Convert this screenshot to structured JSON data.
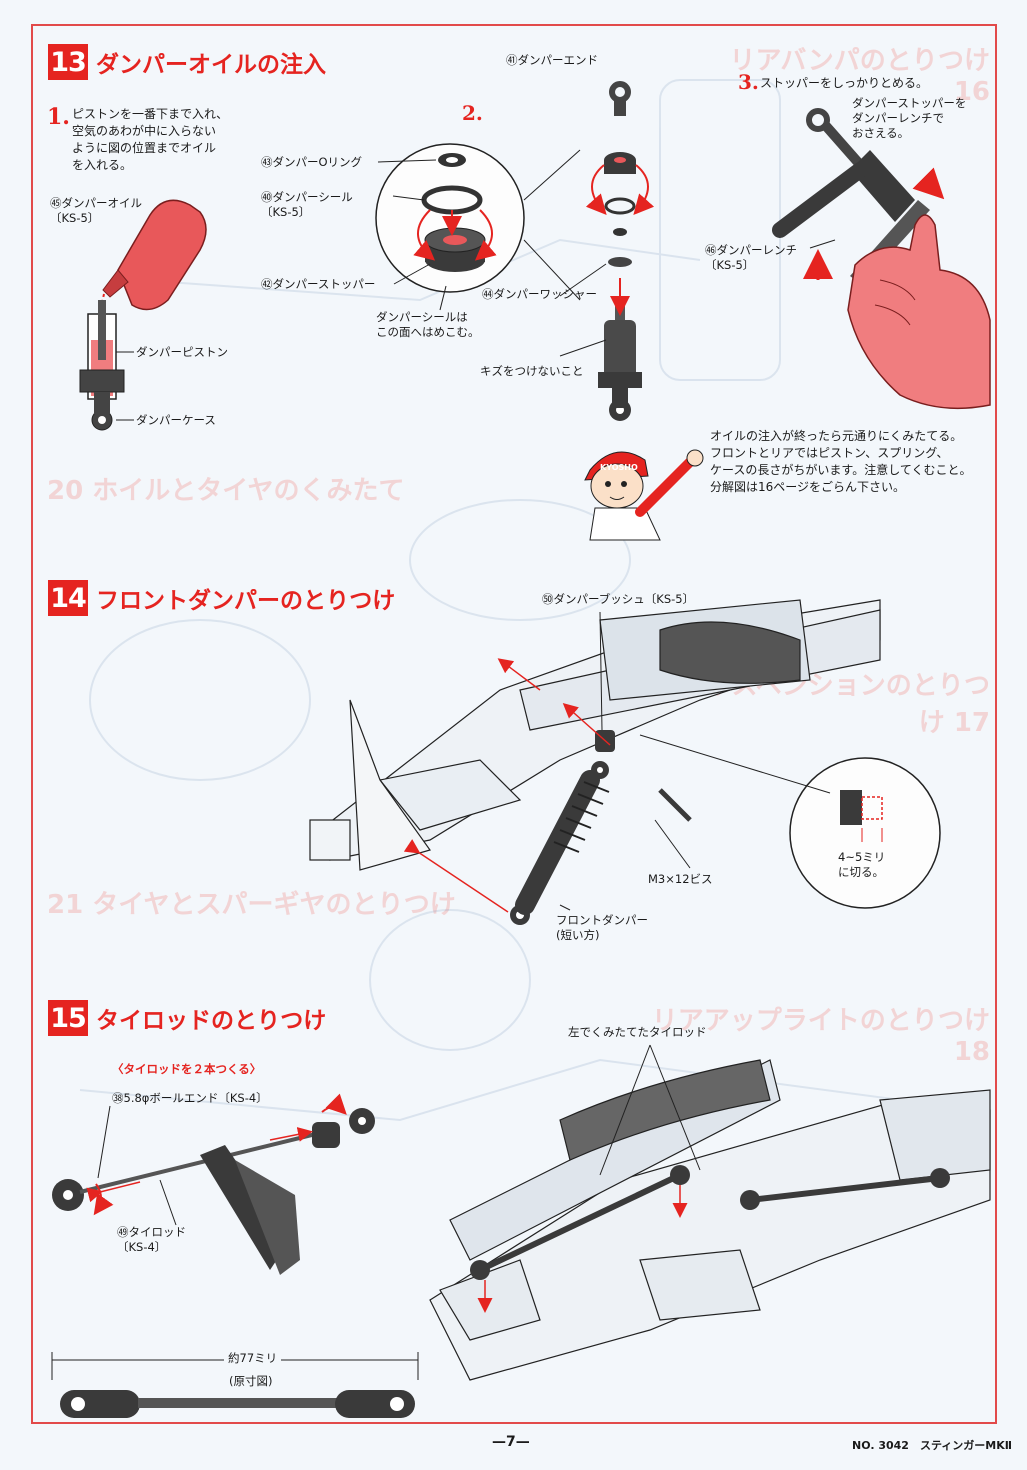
{
  "sections": {
    "s13": {
      "number": "13",
      "title": "ダンパーオイルの注入"
    },
    "s14": {
      "number": "14",
      "title": "フロントダンパーのとりつけ"
    },
    "s15": {
      "number": "15",
      "title": "タイロッドのとりつけ"
    }
  },
  "step1": {
    "marker": "1.",
    "text": "ピストンを一番下まで入れ、\n空気のあわが中に入らない\nように図の位置までオイル\nを入れる。",
    "oil_label": "㊺ダンパーオイル\n〔KS-5〕",
    "piston_label": "ダンパーピストン",
    "case_label": "ダンパーケース"
  },
  "step2": {
    "marker": "2.",
    "oring_label": "㊸ダンパーOリング",
    "seal_label": "㊵ダンパーシール\n〔KS-5〕",
    "stopper_label": "㊷ダンパーストッパー",
    "seal_note": "ダンパーシールは\nこの面へはめこむ。",
    "end_label": "㊶ダンパーエンド",
    "washer_label": "㊹ダンパーワッシャー",
    "no_scratch": "キズをつけないこと"
  },
  "step3": {
    "marker": "3.",
    "text": "ストッパーをしっかりとめる。",
    "hint": "ダンパーストッパーを\nダンパーレンチで\nおさえる。",
    "wrench_label": "㊻ダンパーレンチ\n〔KS-5〕"
  },
  "reassembly_note": "オイルの注入が終ったら元通りにくみたてる。\nフロントとリアではピストン、スプリング、\nケースの長さがちがいます。注意してくむこと。\n分解図は16ページをごらん下さい。",
  "s14_labels": {
    "bush": "㊿ダンパーブッシュ〔KS-5〕",
    "screw": "M3×12ビス",
    "cut": "4~5ミリ\nに切る。",
    "damper": "フロントダンパー\n(短い方)"
  },
  "s15_labels": {
    "make_two": "〈タイロッドを２本つくる〉",
    "ball_end": "㊳5.8φボールエンド〔KS-4〕",
    "tierod": "㊾タイロッド\n〔KS-4〕",
    "left_tierod": "左でくみたてたタイロッド",
    "length": "約77ミリ",
    "scale": "(原寸図)"
  },
  "mascot_cap": "KYOSHO",
  "footer": {
    "page": "—7—",
    "model": "NO. 3042　スティンガーMKⅡ"
  },
  "ghost_headings": [
    {
      "num": "16",
      "title": "リアバンパのとりつけ"
    },
    {
      "num": "20",
      "title": "ホイルとタイヤのくみたて"
    },
    {
      "num": "17",
      "title": "リアサスペンションのとりつけ"
    },
    {
      "num": "21",
      "title": "タイヤとスパーギヤのとりつけ"
    },
    {
      "num": "18",
      "title": "リアアップライトのとりつけ"
    }
  ],
  "colors": {
    "accent": "#e52420",
    "frame": "#e24a4a",
    "paper": "#f3f7fb",
    "part_dark": "#3a3a3a",
    "part_red": "#e8585a"
  }
}
